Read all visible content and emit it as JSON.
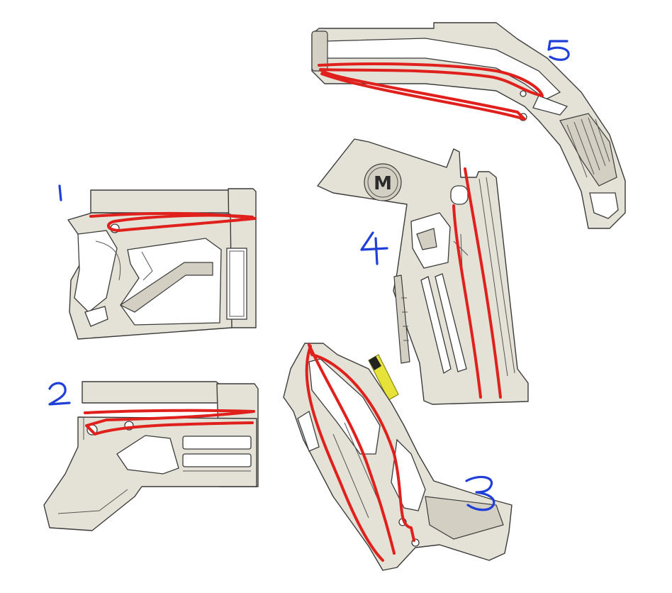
{
  "colors": {
    "background": "#ffffff",
    "part_fill": "#e4e1d6",
    "part_outline": "#3b3b3b",
    "annotation_red": "#e0201c",
    "annotation_blue": "#1f3fd8",
    "battery_yellow": "#e7e23a"
  },
  "parts": [
    {
      "id": "part-1",
      "label": "1"
    },
    {
      "id": "part-2",
      "label": "2"
    },
    {
      "id": "part-3",
      "label": "3"
    },
    {
      "id": "part-4",
      "label": "4"
    },
    {
      "id": "part-5",
      "label": "5"
    }
  ],
  "logo_text": "M"
}
